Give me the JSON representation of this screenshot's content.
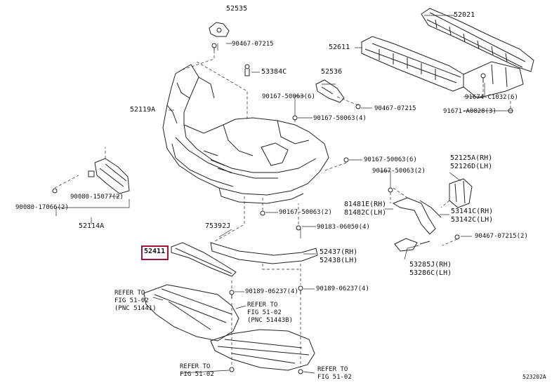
{
  "labels": {
    "p52535": "52535",
    "p90467_07215_a": "90467-07215",
    "p53384c": "53384C",
    "p52119a": "52119A",
    "p90167_50063_6a": "90167-50063(6)",
    "p90167_50063_4": "90167-50063(4)",
    "p52536": "52536",
    "p90467_07215_b": "90467-07215",
    "p52021": "52021",
    "p52611": "52611",
    "p91674": "91674-C1032(6)",
    "p91671": "91671-A0828(3)",
    "p90167_50063_6b": "90167-50063(6)",
    "p90167_50063_2a": "90167-50063(2)",
    "p52125a": "52125A(RH)",
    "p52126d": "52126D(LH)",
    "p90080_15077": "90080-15077(2)",
    "p90080_17066": "90080-17066(2)",
    "p52114a": "52114A",
    "p81481e": "81481E(RH)",
    "p81482c": "81482C(LH)",
    "p53141c": "53141C(RH)",
    "p53142c": "53142C(LH)",
    "p90167_50063_2b": "90167-50063(2)",
    "p75392j": "75392J",
    "p90183_06050": "90183-06050(4)",
    "p52411": "52411",
    "p52437": "52437(RH)",
    "p52438": "52438(LH)",
    "p90467_07215_2": "90467-07215(2)",
    "p53285j": "53285J(RH)",
    "p53286c": "53286C(LH)",
    "p90189_a": "90189-06237(4)",
    "p90189_b": "90189-06237(4)",
    "refer1_a": "REFER TO",
    "refer1_b": "FIG 51-02",
    "refer1_c": "(PNC 51441)",
    "refer2_a": "REFER TO",
    "refer2_b": "FIG 51-02",
    "refer2_c": "(PNC 51443B)",
    "refer3_a": "REFER TO",
    "refer3_b": "FIG 51-02",
    "refer4_a": "REFER TO",
    "refer4_b": "FIG 51-02",
    "drawing_code": "523202A"
  }
}
